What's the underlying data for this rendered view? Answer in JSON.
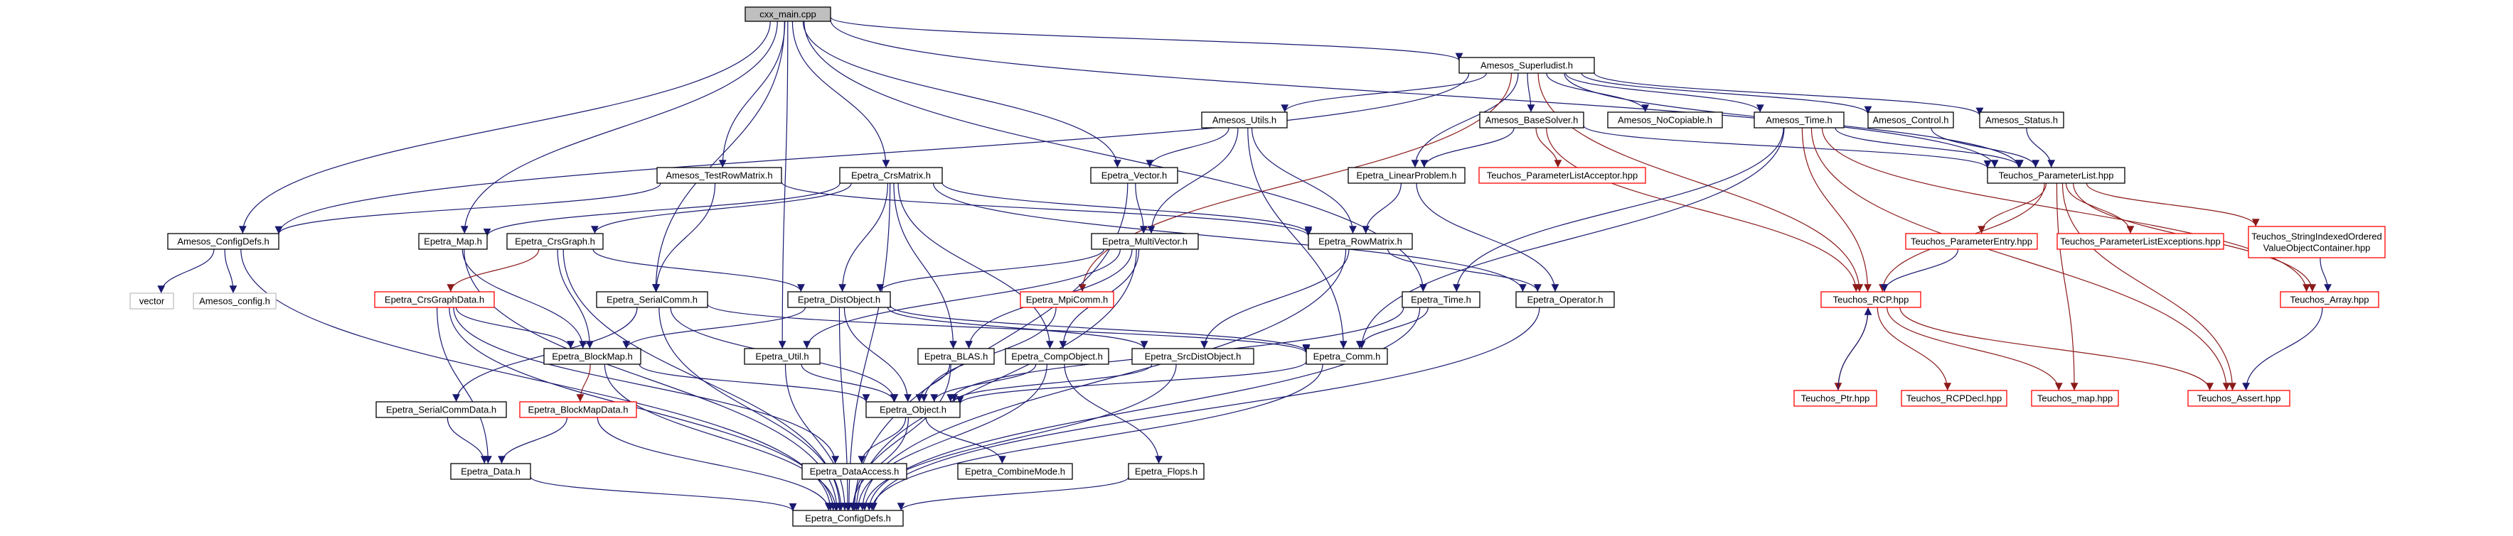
{
  "colors": {
    "edge": "#191970",
    "edge_red": "#8b1a1a",
    "border_black": "#000000",
    "border_red": "#ff0000",
    "border_gray": "#bfbfbf",
    "root_fill": "#bfbfbf",
    "node_fill": "#ffffff"
  },
  "nodes": [
    {
      "id": "cxx_main",
      "label": "cxx_main.cpp",
      "style": "root"
    },
    {
      "id": "superludist",
      "label": "Amesos_Superludist.h",
      "style": "black"
    },
    {
      "id": "utils",
      "label": "Amesos_Utils.h",
      "style": "black"
    },
    {
      "id": "basesolver",
      "label": "Amesos_BaseSolver.h",
      "style": "black"
    },
    {
      "id": "nocopiable",
      "label": "Amesos_NoCopiable.h",
      "style": "black"
    },
    {
      "id": "amesos_time",
      "label": "Amesos_Time.h",
      "style": "black"
    },
    {
      "id": "control",
      "label": "Amesos_Control.h",
      "style": "black"
    },
    {
      "id": "status",
      "label": "Amesos_Status.h",
      "style": "black"
    },
    {
      "id": "testrowmatrix",
      "label": "Amesos_TestRowMatrix.h",
      "style": "black"
    },
    {
      "id": "crsmatrix",
      "label": "Epetra_CrsMatrix.h",
      "style": "black"
    },
    {
      "id": "vector",
      "label": "Epetra_Vector.h",
      "style": "black"
    },
    {
      "id": "linearproblem",
      "label": "Epetra_LinearProblem.h",
      "style": "black"
    },
    {
      "id": "placcepter",
      "label": "Teuchos_ParameterListAcceptor.hpp",
      "style": "red"
    },
    {
      "id": "paramlist",
      "label": "Teuchos_ParameterList.hpp",
      "style": "black"
    },
    {
      "id": "configdefs_a",
      "label": "Amesos_ConfigDefs.h",
      "style": "black"
    },
    {
      "id": "map",
      "label": "Epetra_Map.h",
      "style": "black"
    },
    {
      "id": "crsgraph",
      "label": "Epetra_CrsGraph.h",
      "style": "black"
    },
    {
      "id": "multivector",
      "label": "Epetra_MultiVector.h",
      "style": "black"
    },
    {
      "id": "rowmatrix",
      "label": "Epetra_RowMatrix.h",
      "style": "black"
    },
    {
      "id": "paramentry",
      "label": "Teuchos_ParameterEntry.hpp",
      "style": "red"
    },
    {
      "id": "plexceptions",
      "label": "Teuchos_ParameterListExceptions.hpp",
      "style": "red"
    },
    {
      "id": "strindexed",
      "label": "Teuchos_StringIndexedOrdered\nValueObjectContainer.hpp",
      "style": "red"
    },
    {
      "id": "vectorstd",
      "label": "vector",
      "style": "gray"
    },
    {
      "id": "amesos_config",
      "label": "Amesos_config.h",
      "style": "gray"
    },
    {
      "id": "crsgraphdata",
      "label": "Epetra_CrsGraphData.h",
      "style": "red"
    },
    {
      "id": "serialcomm",
      "label": "Epetra_SerialComm.h",
      "style": "black"
    },
    {
      "id": "distobject",
      "label": "Epetra_DistObject.h",
      "style": "black"
    },
    {
      "id": "mpicomm",
      "label": "Epetra_MpiComm.h",
      "style": "red"
    },
    {
      "id": "epetra_time",
      "label": "Epetra_Time.h",
      "style": "black"
    },
    {
      "id": "operator",
      "label": "Epetra_Operator.h",
      "style": "black"
    },
    {
      "id": "rcp",
      "label": "Teuchos_RCP.hpp",
      "style": "red"
    },
    {
      "id": "tarray",
      "label": "Teuchos_Array.hpp",
      "style": "red"
    },
    {
      "id": "blockmap",
      "label": "Epetra_BlockMap.h",
      "style": "black"
    },
    {
      "id": "util",
      "label": "Epetra_Util.h",
      "style": "black"
    },
    {
      "id": "blas",
      "label": "Epetra_BLAS.h",
      "style": "black"
    },
    {
      "id": "compobject",
      "label": "Epetra_CompObject.h",
      "style": "black"
    },
    {
      "id": "srcdistobject",
      "label": "Epetra_SrcDistObject.h",
      "style": "black"
    },
    {
      "id": "comm",
      "label": "Epetra_Comm.h",
      "style": "black"
    },
    {
      "id": "ptr",
      "label": "Teuchos_Ptr.hpp",
      "style": "red"
    },
    {
      "id": "rcpdecl",
      "label": "Teuchos_RCPDecl.hpp",
      "style": "red"
    },
    {
      "id": "tmap",
      "label": "Teuchos_map.hpp",
      "style": "red"
    },
    {
      "id": "tassert",
      "label": "Teuchos_Assert.hpp",
      "style": "red"
    },
    {
      "id": "serialcommdata",
      "label": "Epetra_SerialCommData.h",
      "style": "black"
    },
    {
      "id": "blockmapdata",
      "label": "Epetra_BlockMapData.h",
      "style": "red"
    },
    {
      "id": "object",
      "label": "Epetra_Object.h",
      "style": "black"
    },
    {
      "id": "data",
      "label": "Epetra_Data.h",
      "style": "black"
    },
    {
      "id": "dataaccess",
      "label": "Epetra_DataAccess.h",
      "style": "black"
    },
    {
      "id": "combinemode",
      "label": "Epetra_CombineMode.h",
      "style": "black"
    },
    {
      "id": "flops",
      "label": "Epetra_Flops.h",
      "style": "black"
    },
    {
      "id": "configdefs_e",
      "label": "Epetra_ConfigDefs.h",
      "style": "black"
    }
  ],
  "edges": [
    [
      "cxx_main",
      "superludist"
    ],
    [
      "cxx_main",
      "configdefs_a"
    ],
    [
      "cxx_main",
      "map"
    ],
    [
      "cxx_main",
      "testrowmatrix"
    ],
    [
      "cxx_main",
      "crsmatrix"
    ],
    [
      "cxx_main",
      "vector"
    ],
    [
      "cxx_main",
      "serialcomm"
    ],
    [
      "cxx_main",
      "util"
    ],
    [
      "cxx_main",
      "epetra_time"
    ],
    [
      "cxx_main",
      "paramlist"
    ],
    [
      "superludist",
      "utils"
    ],
    [
      "superludist",
      "basesolver"
    ],
    [
      "superludist",
      "nocopiable"
    ],
    [
      "superludist",
      "amesos_time"
    ],
    [
      "superludist",
      "control"
    ],
    [
      "superludist",
      "status"
    ],
    [
      "superludist",
      "configdefs_a"
    ],
    [
      "superludist",
      "linearproblem"
    ],
    [
      "superludist",
      "mpicomm"
    ],
    [
      "superludist",
      "rcp"
    ],
    [
      "superludist",
      "paramlist"
    ],
    [
      "utils",
      "vector"
    ],
    [
      "utils",
      "multivector"
    ],
    [
      "utils",
      "rowmatrix"
    ],
    [
      "utils",
      "comm"
    ],
    [
      "basesolver",
      "linearproblem"
    ],
    [
      "basesolver",
      "placcepter"
    ],
    [
      "basesolver",
      "paramlist"
    ],
    [
      "basesolver",
      "rcp"
    ],
    [
      "amesos_time",
      "paramlist"
    ],
    [
      "amesos_time",
      "epetra_time"
    ],
    [
      "amesos_time",
      "comm"
    ],
    [
      "amesos_time",
      "rcp"
    ],
    [
      "amesos_time",
      "tassert"
    ],
    [
      "amesos_time",
      "tarray"
    ],
    [
      "control",
      "paramlist"
    ],
    [
      "status",
      "paramlist"
    ],
    [
      "testrowmatrix",
      "configdefs_a"
    ],
    [
      "testrowmatrix",
      "rowmatrix"
    ],
    [
      "testrowmatrix",
      "serialcomm"
    ],
    [
      "crsmatrix",
      "map"
    ],
    [
      "crsmatrix",
      "crsgraph"
    ],
    [
      "crsmatrix",
      "distobject"
    ],
    [
      "crsmatrix",
      "rowmatrix"
    ],
    [
      "crsmatrix",
      "blas"
    ],
    [
      "crsmatrix",
      "compobject"
    ],
    [
      "crsmatrix",
      "operator"
    ],
    [
      "crsmatrix",
      "configdefs_e"
    ],
    [
      "vector",
      "multivector"
    ],
    [
      "vector",
      "configdefs_e"
    ],
    [
      "linearproblem",
      "rowmatrix"
    ],
    [
      "linearproblem",
      "operator"
    ],
    [
      "paramlist",
      "paramentry"
    ],
    [
      "paramlist",
      "plexceptions"
    ],
    [
      "paramlist",
      "strindexed"
    ],
    [
      "paramlist",
      "rcp"
    ],
    [
      "paramlist",
      "tmap"
    ],
    [
      "paramlist",
      "tassert"
    ],
    [
      "paramlist",
      "tarray"
    ],
    [
      "configdefs_a",
      "vectorstd"
    ],
    [
      "configdefs_a",
      "amesos_config"
    ],
    [
      "configdefs_a",
      "configdefs_e"
    ],
    [
      "map",
      "blockmap"
    ],
    [
      "map",
      "configdefs_e"
    ],
    [
      "crsgraph",
      "crsgraphdata"
    ],
    [
      "crsgraph",
      "distobject"
    ],
    [
      "crsgraph",
      "blockmap"
    ],
    [
      "crsgraph",
      "configdefs_e"
    ],
    [
      "multivector",
      "distobject"
    ],
    [
      "multivector",
      "compobject"
    ],
    [
      "multivector",
      "blas"
    ],
    [
      "multivector",
      "util"
    ],
    [
      "multivector",
      "configdefs_e"
    ],
    [
      "rowmatrix",
      "operator"
    ],
    [
      "rowmatrix",
      "srcdistobject"
    ],
    [
      "rowmatrix",
      "configdefs_e"
    ],
    [
      "paramentry",
      "rcp"
    ],
    [
      "strindexed",
      "tarray"
    ],
    [
      "crsgraphdata",
      "blockmap"
    ],
    [
      "crsgraphdata",
      "data"
    ],
    [
      "crsgraphdata",
      "dataaccess"
    ],
    [
      "crsgraphdata",
      "configdefs_e"
    ],
    [
      "serialcomm",
      "comm"
    ],
    [
      "serialcomm",
      "serialcommdata"
    ],
    [
      "serialcomm",
      "object"
    ],
    [
      "serialcomm",
      "configdefs_e"
    ],
    [
      "distobject",
      "object"
    ],
    [
      "distobject",
      "comm"
    ],
    [
      "distobject",
      "srcdistobject"
    ],
    [
      "distobject",
      "blockmap"
    ],
    [
      "distobject",
      "configdefs_e"
    ],
    [
      "mpicomm",
      "object"
    ],
    [
      "epetra_time",
      "comm"
    ],
    [
      "epetra_time",
      "object"
    ],
    [
      "epetra_time",
      "configdefs_e"
    ],
    [
      "operator",
      "configdefs_e"
    ],
    [
      "rcp",
      "ptr"
    ],
    [
      "rcp",
      "rcpdecl"
    ],
    [
      "rcp",
      "tmap"
    ],
    [
      "rcp",
      "tassert"
    ],
    [
      "tarray",
      "tassert"
    ],
    [
      "blockmap",
      "object"
    ],
    [
      "blockmap",
      "blockmapdata"
    ],
    [
      "blockmap",
      "configdefs_e"
    ],
    [
      "util",
      "object"
    ],
    [
      "util",
      "configdefs_e"
    ],
    [
      "blas",
      "object"
    ],
    [
      "blas",
      "configdefs_e"
    ],
    [
      "compobject",
      "object"
    ],
    [
      "compobject",
      "flops"
    ],
    [
      "compobject",
      "configdefs_e"
    ],
    [
      "srcdistobject",
      "object"
    ],
    [
      "srcdistobject",
      "configdefs_e"
    ],
    [
      "comm",
      "object"
    ],
    [
      "comm",
      "configdefs_e"
    ],
    [
      "ptr",
      "rcp"
    ],
    [
      "serialcommdata",
      "data"
    ],
    [
      "blockmapdata",
      "data"
    ],
    [
      "blockmapdata",
      "configdefs_e"
    ],
    [
      "object",
      "dataaccess"
    ],
    [
      "object",
      "combinemode"
    ],
    [
      "object",
      "configdefs_e"
    ],
    [
      "data",
      "configdefs_e"
    ],
    [
      "flops",
      "configdefs_e"
    ]
  ]
}
